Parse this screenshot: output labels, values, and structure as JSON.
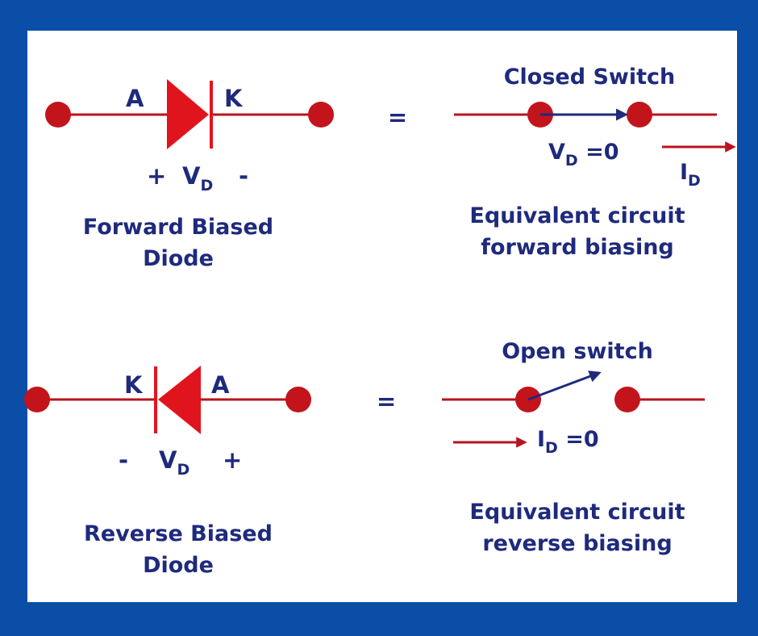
{
  "colors": {
    "frame": "#0a4ea8",
    "panel": "#ffffff",
    "wire": "#b8141c",
    "node": "#c3141c",
    "diode": "#e0141c",
    "switch_arrow": "#1e2a7c",
    "text": "#1e2a7c"
  },
  "forward": {
    "anode": "A",
    "cathode": "K",
    "plus": "+",
    "minus": "-",
    "v": "V",
    "v_sub": "D",
    "title_line1": "Forward Biased",
    "title_line2": "Diode",
    "equals": "=",
    "switch_label": "Closed Switch",
    "vd_v": "V",
    "vd_sub": "D",
    "vd_eq": " =0",
    "id_i": "I",
    "id_sub": "D",
    "equiv_line1": "Equivalent circuit",
    "equiv_line2": "forward biasing"
  },
  "reverse": {
    "cathode": "K",
    "anode": "A",
    "minus": "-",
    "plus": "+",
    "v": "V",
    "v_sub": "D",
    "title_line1": "Reverse Biased",
    "title_line2": "Diode",
    "equals": "=",
    "switch_label": "Open switch",
    "id_i": "I",
    "id_sub": "D",
    "id_eq": " =0",
    "equiv_line1": "Equivalent circuit",
    "equiv_line2": "reverse biasing"
  }
}
